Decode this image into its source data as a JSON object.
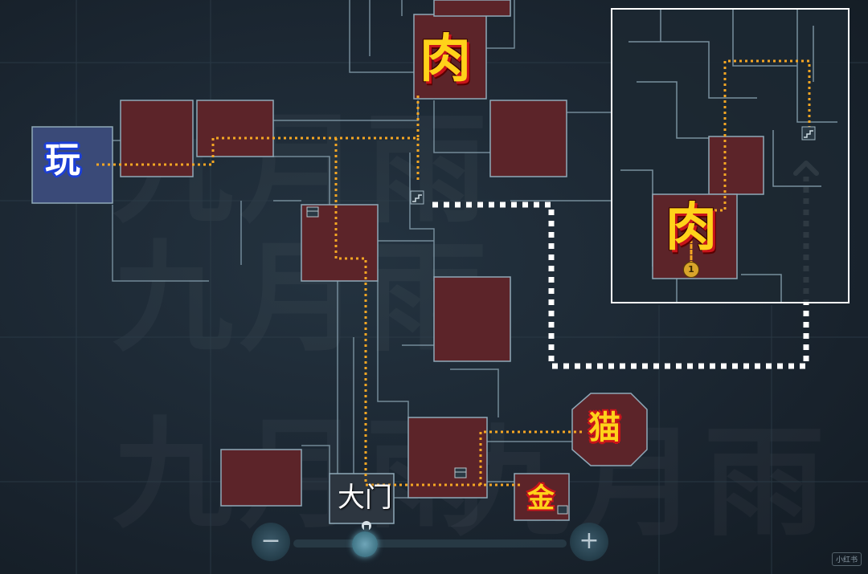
{
  "labels": {
    "meat_main": "肉",
    "meat_inset": "肉",
    "play": "玩",
    "cat": "猫",
    "gold": "金",
    "gate": "大门"
  },
  "inset": {
    "marker_number": "1"
  },
  "watermark": {
    "text": "九月雨"
  },
  "zoom_controls": {
    "minus": "−",
    "plus": "+"
  },
  "corner_tag": "小红书",
  "colors": {
    "route_orange": "#f5a623",
    "route_white": "#ffffff",
    "room_red": "#6e2a2e",
    "wall": "#8fa9b8"
  },
  "icons": [
    "stairs-icon",
    "chest-icon",
    "door-icon",
    "minus-icon",
    "plus-icon",
    "arrow-up-icon",
    "coin-marker-icon"
  ]
}
